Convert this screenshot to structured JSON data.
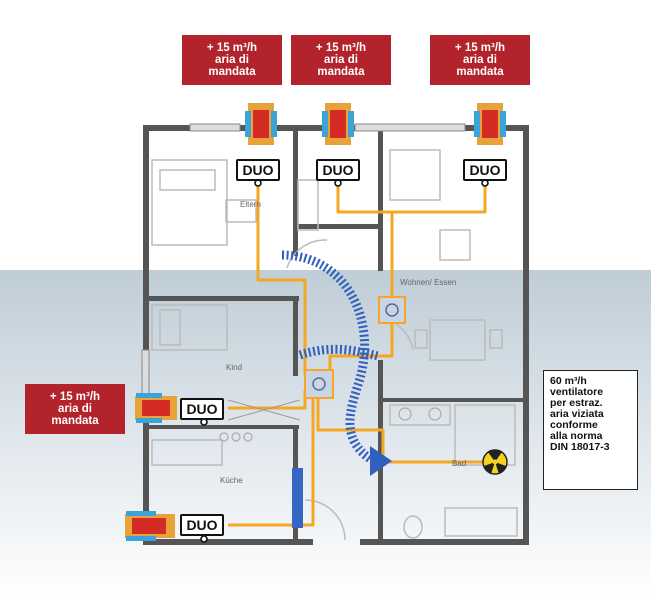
{
  "supply_boxes": [
    {
      "text": "+ 15 m³/h\naria di\nmandata"
    },
    {
      "text": "+ 15 m³/h\naria di\nmandata"
    },
    {
      "text": "+ 15 m³/h\naria di\nmandata"
    },
    {
      "text": "+ 15 m³/h\naria di\nmandata"
    }
  ],
  "duo_units": [
    "DUO",
    "DUO",
    "DUO",
    "DUO",
    "DUO"
  ],
  "rooms": {
    "eltern": "Eltern",
    "wohnen": "Wohnen/ Essen",
    "kind": "Kind",
    "kueche": "Küche",
    "bad": "Bad"
  },
  "fan_note": "60 m³/h\nventilatore\nper estraz.\naria viziata\nconforme\nalla norma\nDIN 18017-3",
  "colors": {
    "supply_red": "#b2232b",
    "duct_orange": "#f5a623",
    "airflow_blue": "#2f5fbf",
    "fan_yellow": "#f4d21f"
  },
  "icons": [
    "fan-icon",
    "heat-exchanger-icon",
    "air-distributor-icon",
    "airflow-arrow-icon"
  ]
}
